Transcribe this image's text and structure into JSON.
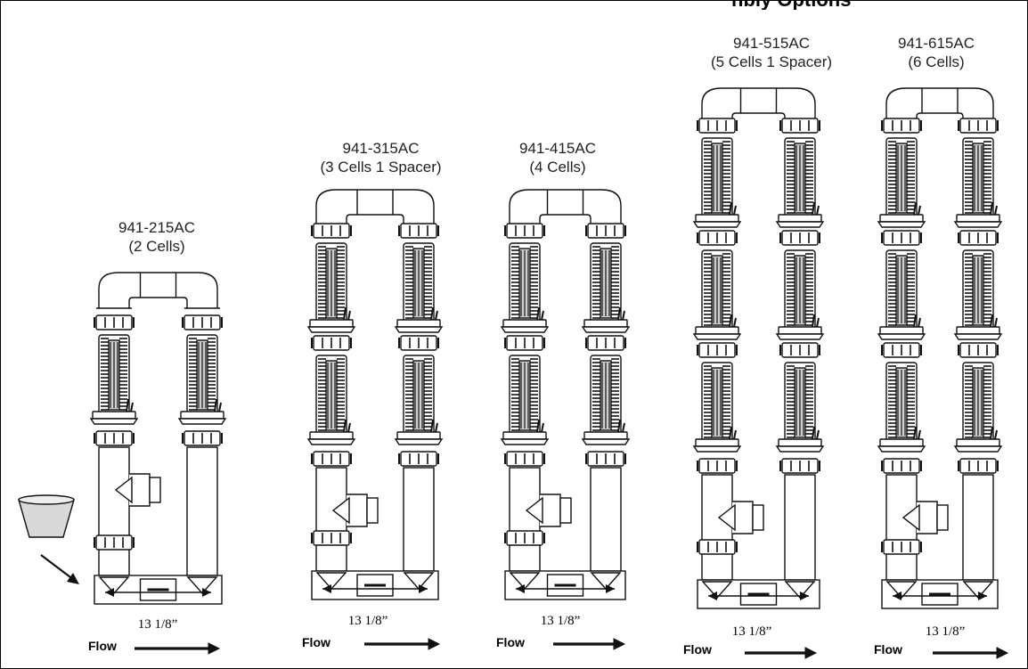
{
  "header_fragment": "nbly Options",
  "units": [
    {
      "model": "941-215AC",
      "desc": "(2 Cells)",
      "dimension": "13 1/8”",
      "flow_label": "Flow"
    },
    {
      "model": "941-315AC",
      "desc": "(3 Cells 1 Spacer)",
      "dimension": "13 1/8”",
      "flow_label": "Flow"
    },
    {
      "model": "941-415AC",
      "desc": "(4 Cells)",
      "dimension": "13 1/8”",
      "flow_label": "Flow"
    },
    {
      "model": "941-515AC",
      "desc": "(5 Cells 1 Spacer)",
      "dimension": "13 1/8”",
      "flow_label": "Flow"
    },
    {
      "model": "941-615AC",
      "desc": "(6 Cells)",
      "dimension": "13 1/8”",
      "flow_label": "Flow"
    }
  ],
  "colors": {
    "line": "#111111",
    "fill": "#ffffff",
    "shade": "#cfcfcf"
  }
}
